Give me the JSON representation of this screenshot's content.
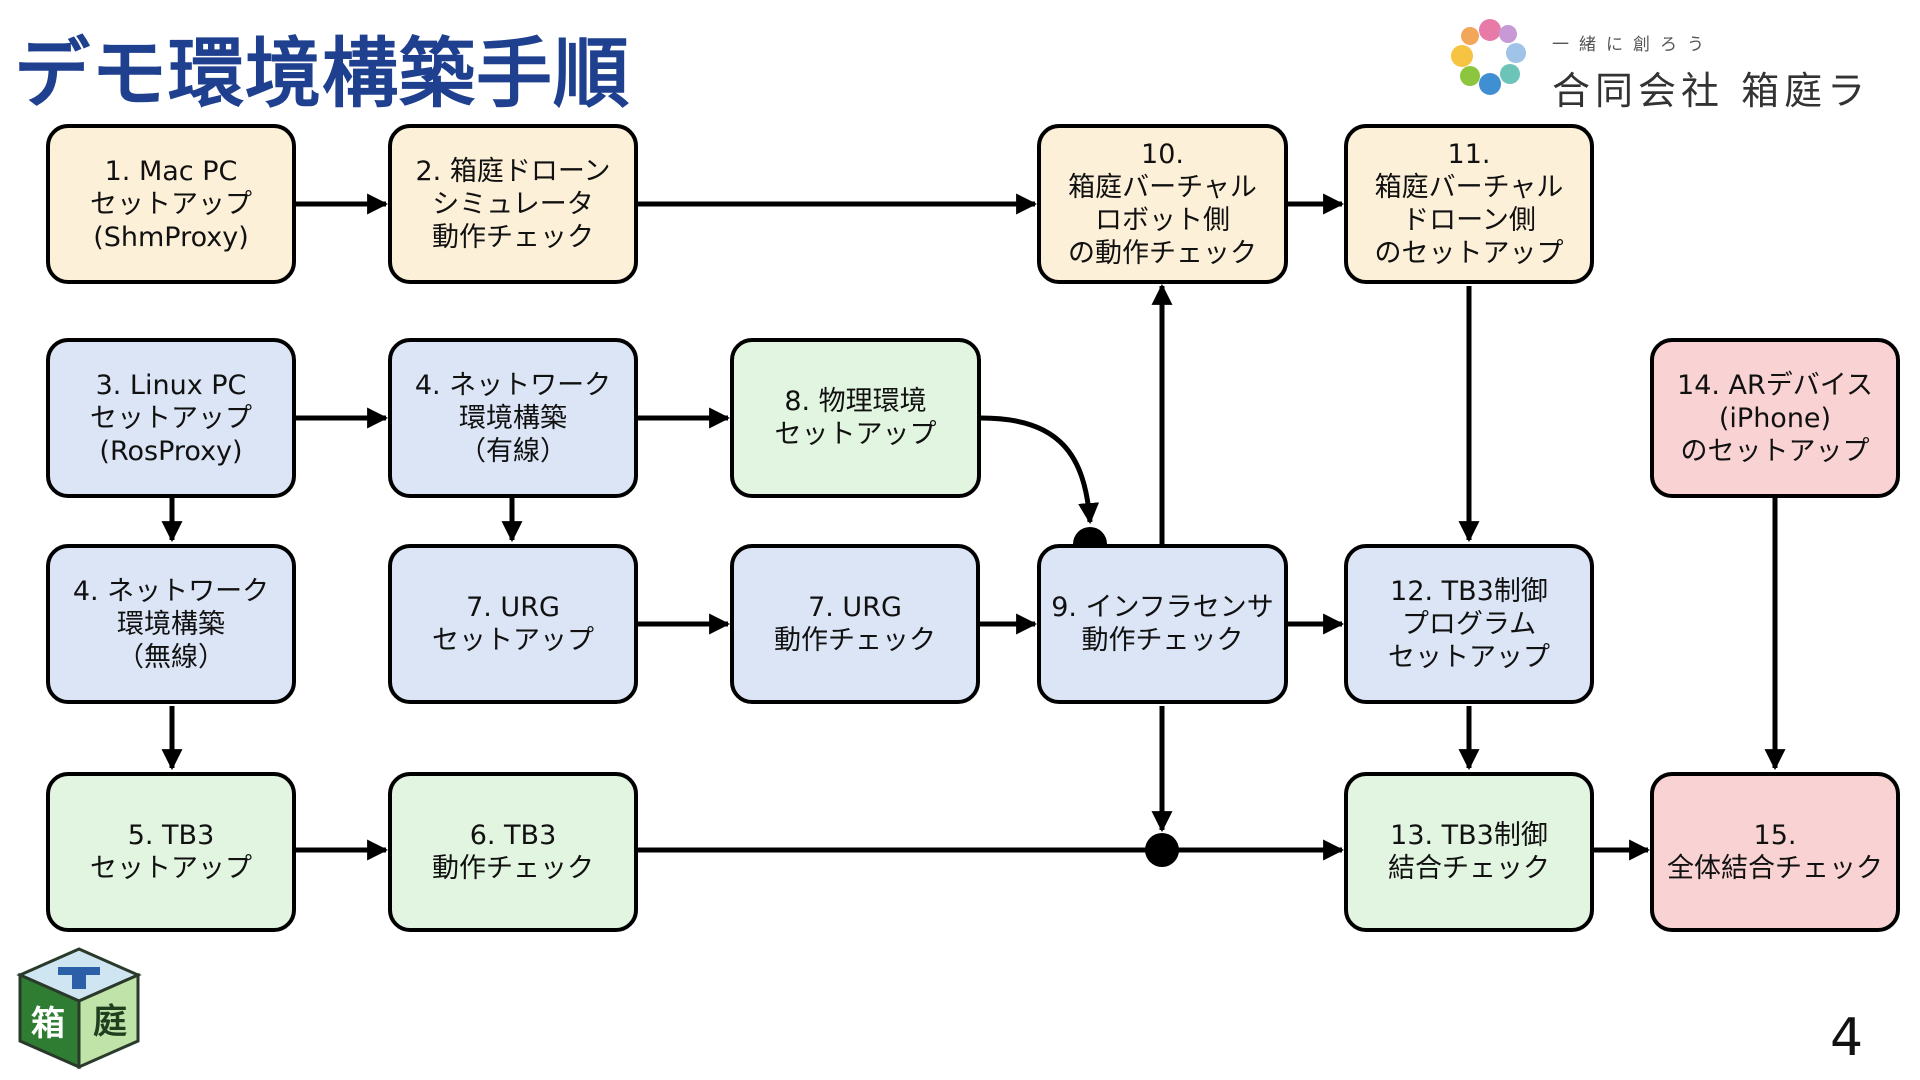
{
  "title": "デモ環境構築手順",
  "logo": {
    "tagline": "一緒に創ろう",
    "company": "合同会社 箱庭ラボ"
  },
  "cube": {
    "char_left": "箱",
    "char_right": "庭"
  },
  "page_number": "4",
  "colors": {
    "title": "#1f3f8f",
    "yellow": "#fdf0d9",
    "blue": "#dbe5f5",
    "green": "#e2f5e0",
    "pink": "#f9d3d3"
  },
  "nodes": {
    "n1": "1. Mac PC\nセットアップ\n(ShmProxy)",
    "n2": "2. 箱庭ドローン\nシミュレータ\n動作チェック",
    "n10": "10.\n箱庭バーチャル\nロボット側\nの動作チェック",
    "n11": "11.\n箱庭バーチャル\nドローン側\nのセットアップ",
    "n3": "3. Linux PC\nセットアップ\n(RosProxy)",
    "n4a": "4. ネットワーク\n環境構築\n（有線）",
    "n8": "8. 物理環境\nセットアップ",
    "n14": "14. ARデバイス\n(iPhone)\nのセットアップ",
    "n4b": "4. ネットワーク\n環境構築\n（無線）",
    "n7a": "7. URG\nセットアップ",
    "n7b": "7. URG\n動作チェック",
    "n9": "9. インフラセンサ\n動作チェック",
    "n12": "12. TB3制御\nプログラム\nセットアップ",
    "n5": "5. TB3\nセットアップ",
    "n6": "6. TB3\n動作チェック",
    "n13": "13. TB3制御\n結合チェック",
    "n15": "15.\n全体結合チェック"
  }
}
